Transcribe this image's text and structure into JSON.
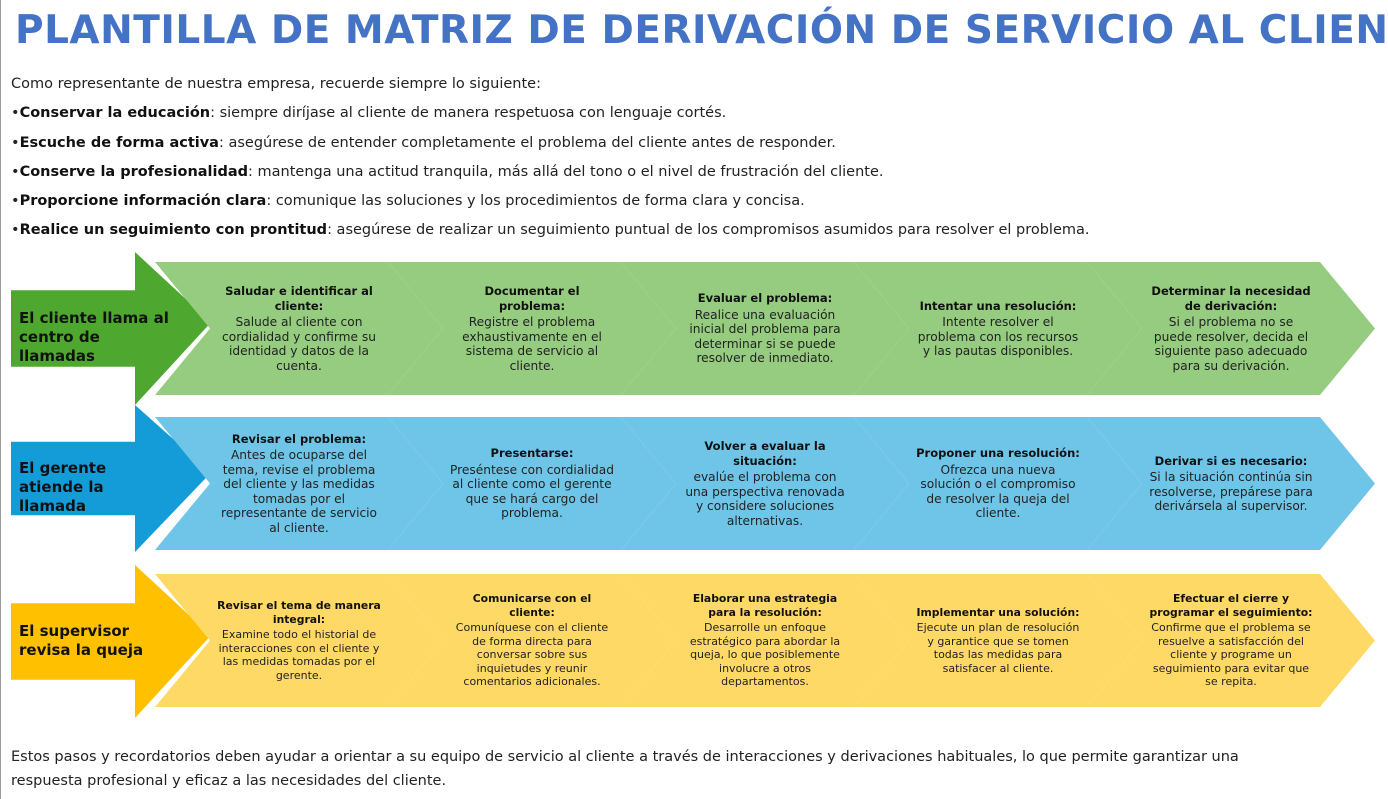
{
  "title": "PLANTILLA DE MATRIZ DE DERIVACIÓN DE SERVICIO AL CLIENTE",
  "intro": "Como representante de nuestra empresa, recuerde siempre lo siguiente:",
  "bullets": [
    {
      "bold": "Conservar la educación",
      "text": ": siempre diríjase al cliente de manera respetuosa con lenguaje cortés."
    },
    {
      "bold": "Escuche de forma activa",
      "text": ": asegúrese de entender completamente el problema del cliente antes de responder."
    },
    {
      "bold": "Conserve la profesionalidad",
      "text": ": mantenga una actitud tranquila, más allá del tono o el nivel de frustración del cliente."
    },
    {
      "bold": "Proporcione información clara",
      "text": ": comunique las soluciones y los procedimientos de forma clara y concisa."
    },
    {
      "bold": "Realice un seguimiento con prontitud",
      "text": ": asegúrese de realizar un seguimiento puntual de los compromisos asumidos para resolver el problema."
    }
  ],
  "rows": [
    {
      "label": "El cliente llama al centro de llamadas",
      "color": "#4ea72e",
      "chev_color": "#95cc7f",
      "steps": [
        {
          "title": "Saludar e identificar al cliente:",
          "desc": "Salude al cliente con cordialidad y confirme su identidad y datos de la cuenta."
        },
        {
          "title": "Documentar el problema:",
          "desc": "Registre el problema exhaustivamente en el sistema de servicio al cliente."
        },
        {
          "title": "Evaluar el problema:",
          "desc": "Realice una evaluación inicial del problema para determinar si se puede resolver de inmediato."
        },
        {
          "title": "Intentar una resolución:",
          "desc": "Intente resolver el problema con los recursos y las pautas disponibles."
        },
        {
          "title": "Determinar la necesidad de derivación:",
          "desc": "Si el problema no se puede resolver, decida el siguiente paso adecuado para su derivación."
        }
      ]
    },
    {
      "label": "El gerente atiende la llamada",
      "color": "#149cd8",
      "chev_color": "#6fc5e8",
      "steps": [
        {
          "title": "Revisar el problema:",
          "desc": "Antes de ocuparse del tema, revise el problema del cliente y las medidas tomadas por el representante de servicio al cliente."
        },
        {
          "title": "Presentarse:",
          "desc": "Preséntese con cordialidad al cliente como el gerente que se hará cargo del problema."
        },
        {
          "title": "Volver a evaluar la situación:",
          "desc": "evalúe el problema con una perspectiva renovada y considere soluciones alternativas."
        },
        {
          "title": "Proponer una resolución:",
          "desc": "Ofrezca una nueva solución o el compromiso de resolver la queja del cliente."
        },
        {
          "title": "Derivar si es necesario:",
          "desc": "Si la situación continúa sin resolverse, prepárese para derivársela al supervisor."
        }
      ]
    },
    {
      "label": "El supervisor revisa la queja",
      "color": "#ffc000",
      "chev_color": "#ffd966",
      "steps": [
        {
          "title": "Revisar el tema de manera integral:",
          "desc": "Examine todo el historial de interacciones con el cliente y las medidas tomadas por el gerente."
        },
        {
          "title": "Comunicarse con el cliente:",
          "desc": "Comuníquese con el cliente de forma directa para conversar sobre sus inquietudes y reunir comentarios adicionales."
        },
        {
          "title": "Elaborar una estrategia para la resolución:",
          "desc": "Desarrolle un enfoque estratégico para abordar la queja, lo que posiblemente involucre a otros departamentos."
        },
        {
          "title": "Implementar una solución:",
          "desc": "Ejecute un plan de resolución y garantice que se tomen todas las medidas para satisfacer al cliente."
        },
        {
          "title": "Efectuar el cierre y programar el seguimiento:",
          "desc": "Confirme que el problema se resuelve a satisfacción del cliente y programe un seguimiento para evitar que se repita."
        }
      ]
    }
  ],
  "footer": "Estos pasos y recordatorios deben ayudar a orientar a su equipo de servicio al cliente a través de interacciones y derivaciones habituales, lo que permite garantizar una respuesta profesional y eficaz a las necesidades del cliente."
}
